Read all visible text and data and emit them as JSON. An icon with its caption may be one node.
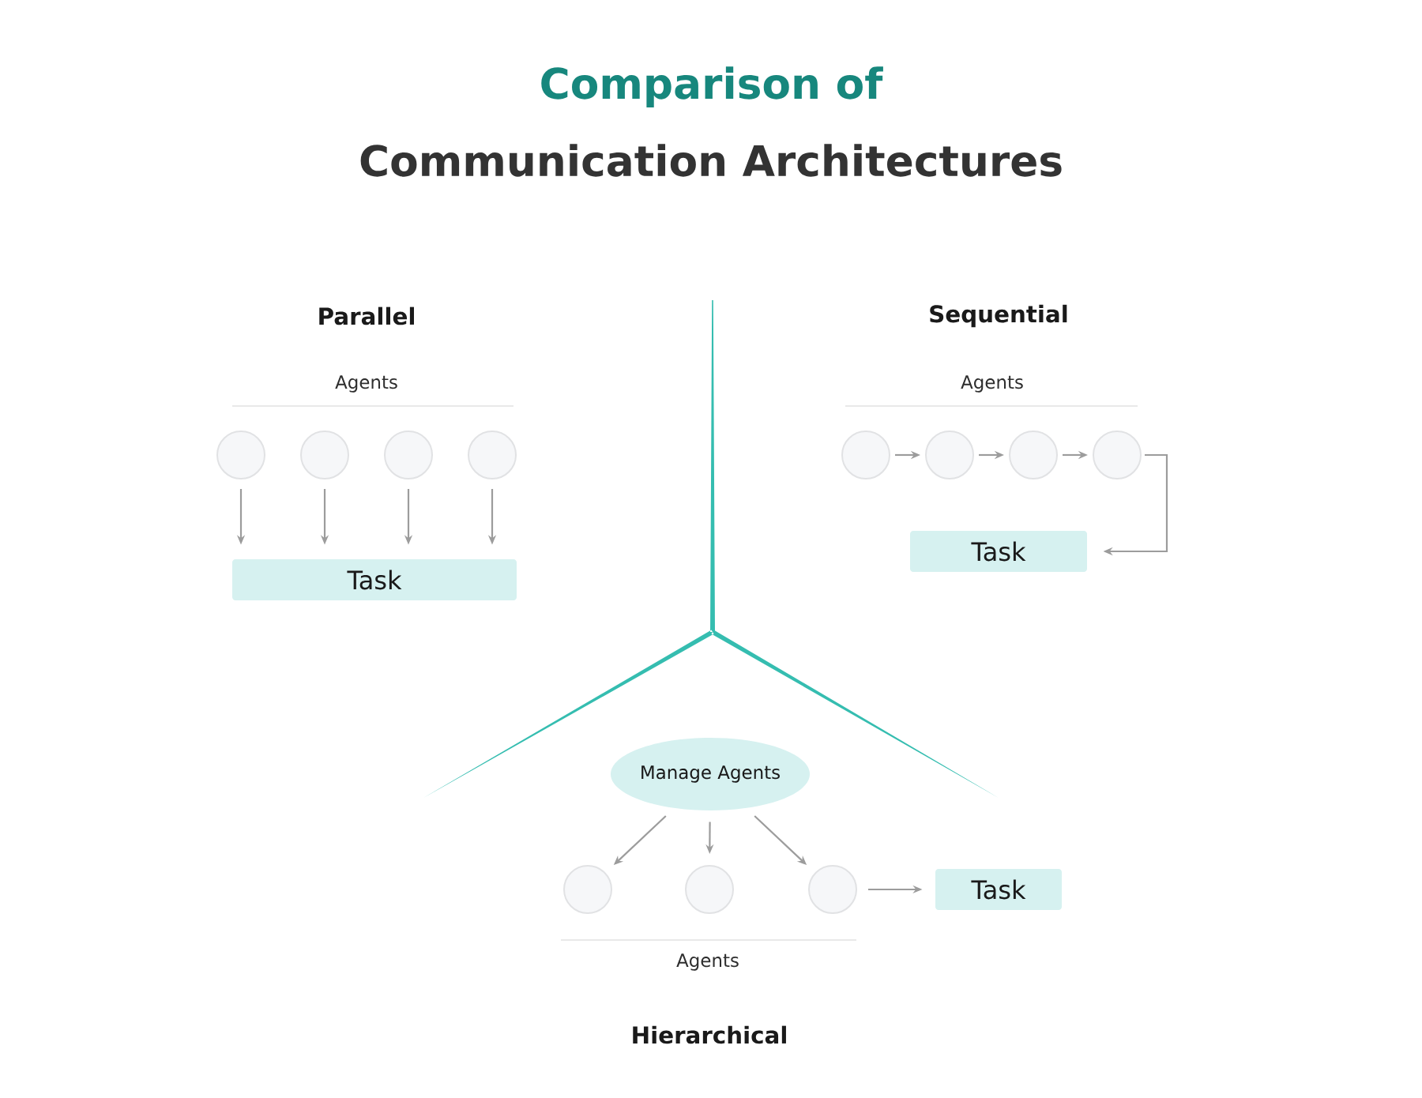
{
  "diagram": {
    "title": "Comparison of Communication Architectures",
    "nodes": [
      {
        "text": [],
        "shape": "circle"
      },
      {
        "text": [],
        "shape": "circle"
      },
      {
        "text": [],
        "shape": "circle"
      },
      {
        "text": [],
        "shape": "circle"
      },
      {
        "text": [
          "Task"
        ]
      },
      {
        "text": [],
        "shape": "circle"
      },
      {
        "text": [],
        "shape": "circle"
      },
      {
        "text": [],
        "shape": "circle"
      },
      {
        "text": [],
        "shape": "circle"
      },
      {
        "text": [
          "Task"
        ]
      },
      {
        "text": [
          "Manage Agents"
        ]
      },
      {
        "text": [],
        "shape": "circle"
      },
      {
        "text": [],
        "shape": "circle"
      },
      {
        "text": [],
        "shape": "circle"
      },
      {
        "text": [
          "Task"
        ]
      }
    ],
    "edges": [
      {
        "from": 0,
        "to": 4,
        "arrow": "to"
      },
      {
        "from": 1,
        "to": 4,
        "arrow": "to"
      },
      {
        "from": 2,
        "to": 4,
        "arrow": "to"
      },
      {
        "from": 3,
        "to": 4,
        "arrow": "to"
      },
      {
        "from": 5,
        "to": 6,
        "arrow": "to"
      },
      {
        "from": 6,
        "to": 7,
        "arrow": "to"
      },
      {
        "from": 7,
        "to": 8,
        "arrow": "to"
      },
      {
        "from": 8,
        "to": 9,
        "arrow": "to"
      },
      {
        "from": 10,
        "to": 11,
        "arrow": "to"
      },
      {
        "from": 10,
        "to": 12,
        "arrow": "to"
      },
      {
        "from": 10,
        "to": 13,
        "arrow": "to"
      },
      {
        "from": 13,
        "to": 14,
        "arrow": "to"
      }
    ],
    "labels": [
      "Parallel",
      "Sequential",
      "Agents",
      "Agents",
      "Agents",
      "Hierarchical"
    ]
  }
}
